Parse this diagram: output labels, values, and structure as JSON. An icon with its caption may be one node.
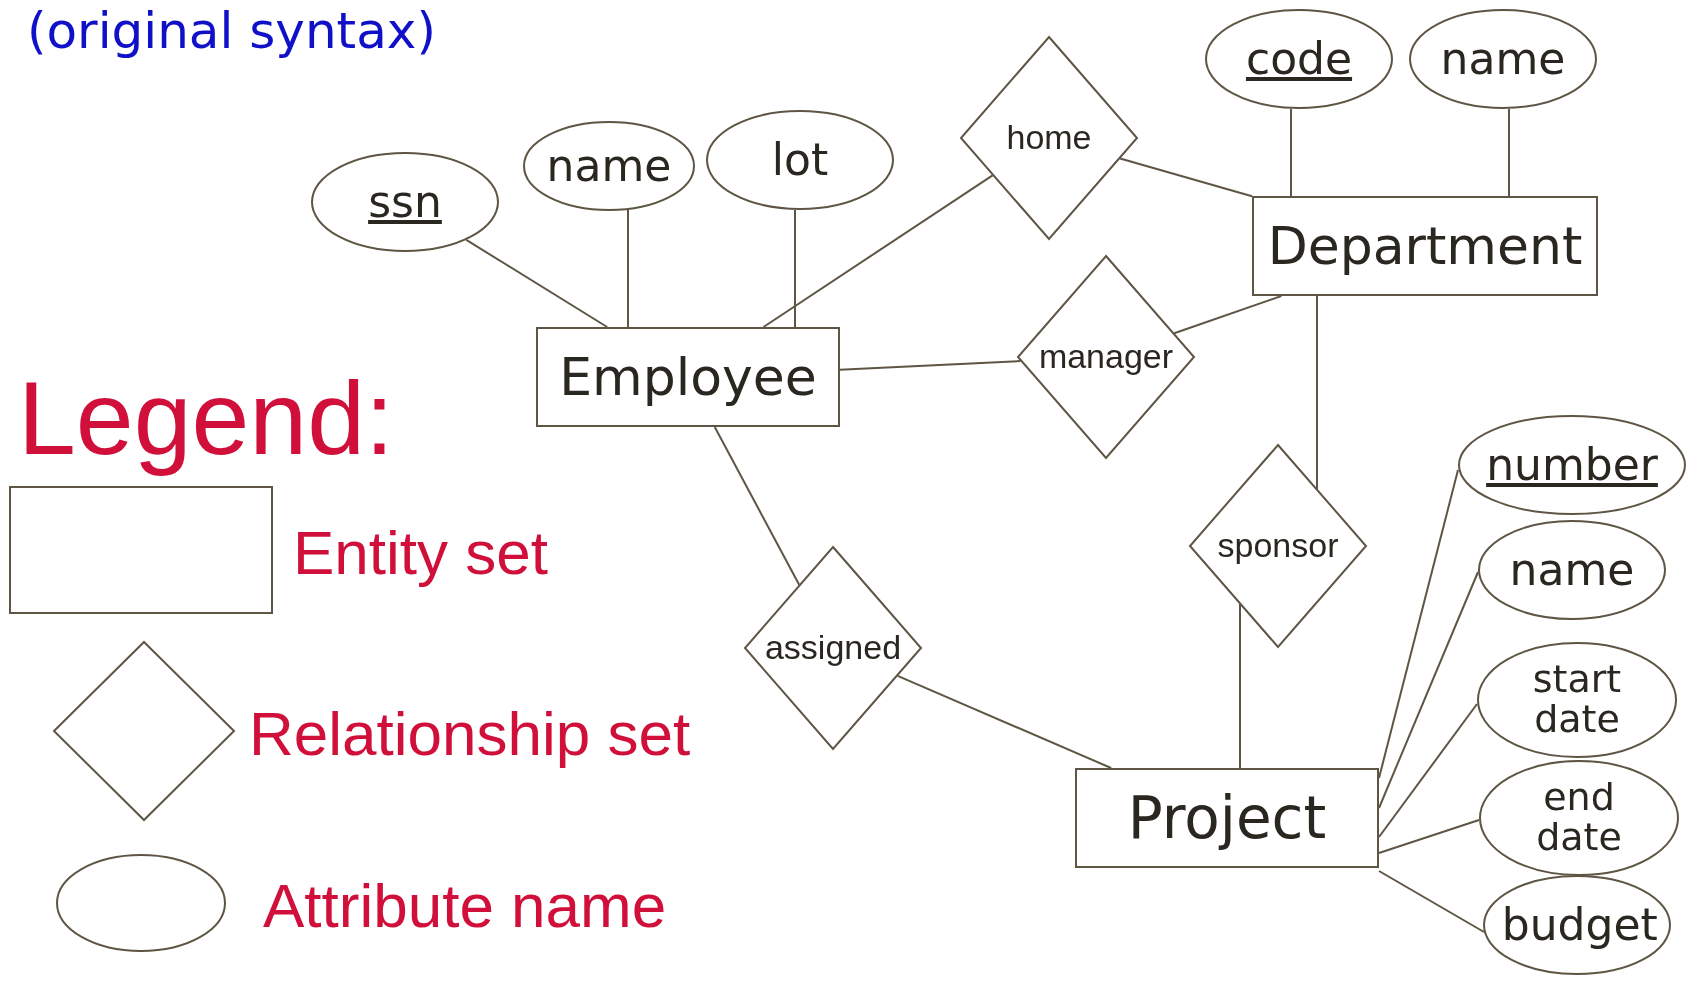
{
  "diagram": {
    "title": "(original syntax)",
    "nodes": [
      {
        "text": [
          "Employee"
        ]
      },
      {
        "text": [
          "Department"
        ]
      },
      {
        "text": [
          "Project"
        ]
      },
      {
        "text": [
          "home"
        ]
      },
      {
        "text": [
          "manager"
        ]
      },
      {
        "text": [
          "sponsor"
        ]
      },
      {
        "text": [
          "assigned"
        ]
      },
      {
        "text": [
          "ssn"
        ]
      },
      {
        "text": [
          "name"
        ]
      },
      {
        "text": [
          "lot"
        ]
      },
      {
        "text": [
          "code"
        ]
      },
      {
        "text": [
          "name"
        ]
      },
      {
        "text": [
          "number"
        ]
      },
      {
        "text": [
          "name"
        ]
      },
      {
        "text": [
          "start date"
        ]
      },
      {
        "text": [
          "end date"
        ]
      },
      {
        "text": [
          "budget"
        ]
      }
    ],
    "edges": [
      {
        "from": 7,
        "to": 0,
        "arrow": "none"
      },
      {
        "from": 8,
        "to": 0,
        "arrow": "none"
      },
      {
        "from": 9,
        "to": 0,
        "arrow": "none"
      },
      {
        "from": 10,
        "to": 1,
        "arrow": "none"
      },
      {
        "from": 11,
        "to": 1,
        "arrow": "none"
      },
      {
        "from": 0,
        "to": 3,
        "arrow": "none"
      },
      {
        "from": 3,
        "to": 1,
        "arrow": "none"
      },
      {
        "from": 0,
        "to": 4,
        "arrow": "none"
      },
      {
        "from": 4,
        "to": 1,
        "arrow": "none"
      },
      {
        "from": 1,
        "to": 5,
        "arrow": "none"
      },
      {
        "from": 5,
        "to": 2,
        "arrow": "none"
      },
      {
        "from": 0,
        "to": 6,
        "arrow": "none"
      },
      {
        "from": 6,
        "to": 2,
        "arrow": "none"
      },
      {
        "from": 2,
        "to": 12,
        "arrow": "none"
      },
      {
        "from": 2,
        "to": 13,
        "arrow": "none"
      },
      {
        "from": 2,
        "to": 14,
        "arrow": "none"
      },
      {
        "from": 2,
        "to": 15,
        "arrow": "none"
      },
      {
        "from": 2,
        "to": 16,
        "arrow": "none"
      }
    ],
    "labels": [
      "Legend:"
    ],
    "legend": [
      {
        "text": "Entity set"
      },
      {
        "text": "Relationship set"
      },
      {
        "text": "Attribute name"
      }
    ]
  }
}
